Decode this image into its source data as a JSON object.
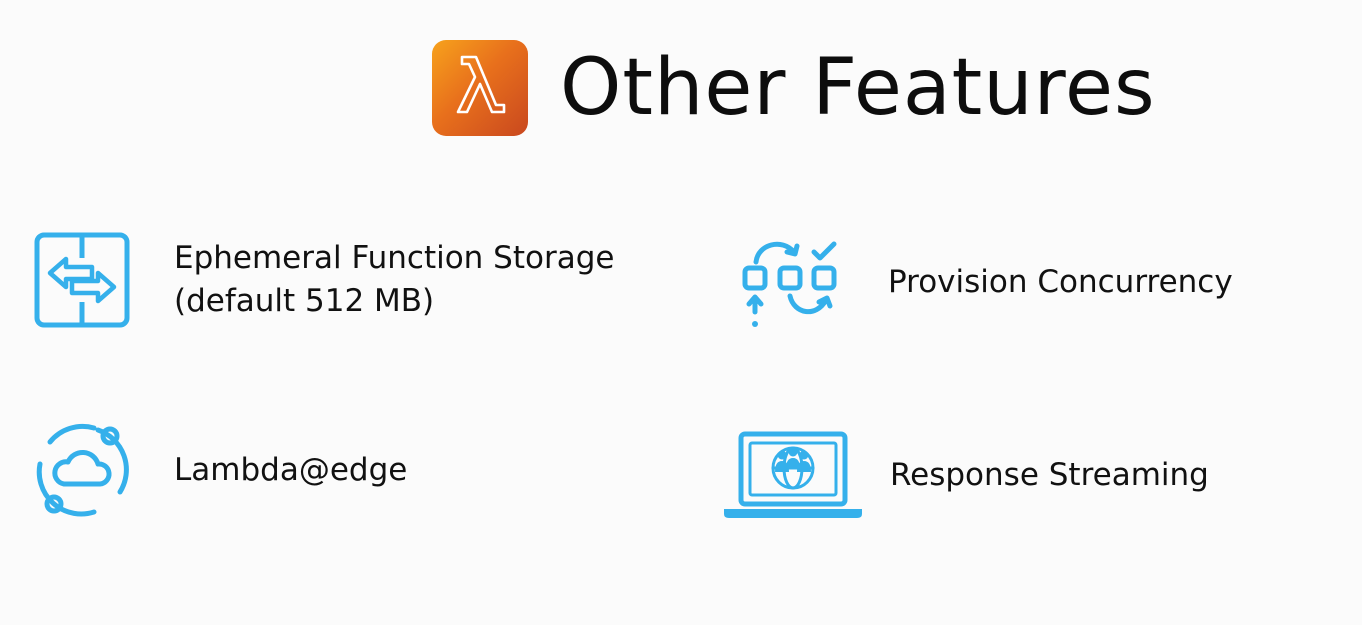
{
  "header": {
    "title": "Other Features",
    "logo_icon": "aws-lambda-icon",
    "logo_colors": [
      "#f7a21c",
      "#e8701c",
      "#c9481f"
    ]
  },
  "accent_color": "#35b0eb",
  "features": [
    {
      "icon": "ephemeral-storage-icon",
      "line1": "Ephemeral Function Storage",
      "line2": "(default 512 MB)"
    },
    {
      "icon": "provisioned-concurrency-icon",
      "line1": "Provision Concurrency"
    },
    {
      "icon": "edge-cloud-icon",
      "line1": "Lambda@edge"
    },
    {
      "icon": "response-streaming-laptop-icon",
      "line1": "Response Streaming"
    }
  ]
}
